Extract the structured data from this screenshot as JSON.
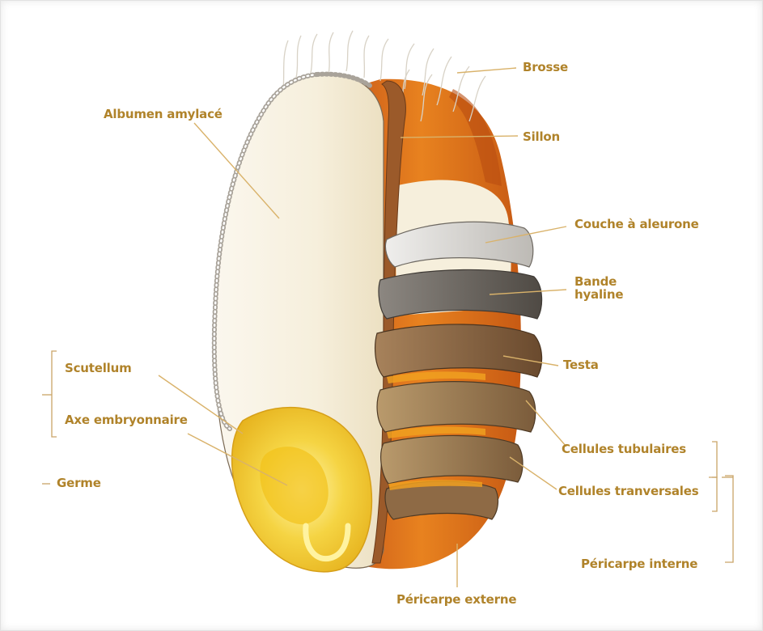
{
  "labels": {
    "brosse": "Brosse",
    "sillon": "Sillon",
    "albumen": "Albumen amylacé",
    "aleurone": "Couche à aleurone",
    "bande_hyaline": "Bande hyaline",
    "testa": "Testa",
    "scutellum": "Scutellum",
    "axe_embryonnaire": "Axe embryonnaire",
    "germe": "Germe",
    "cellules_tubulaires": "Cellules tubulaires",
    "cellules_transversales": "Cellules tranversales",
    "pericarpe_interne": "Péricarpe interne",
    "pericarpe_externe": "Péricarpe externe"
  },
  "colors": {
    "label_text": "#b0832a",
    "leader_line": "#d9b26a",
    "pericarp_outer": "#e07a1e",
    "pericarp_dark": "#b94d10",
    "albumen": "#f7f1e3",
    "germ": "#f5c518",
    "aleurone": "#d9d6d2",
    "hyaline": "#6f6a63",
    "testa": "#8a6a48",
    "tubular": "#9a7a52",
    "transversal": "#a07a50"
  }
}
